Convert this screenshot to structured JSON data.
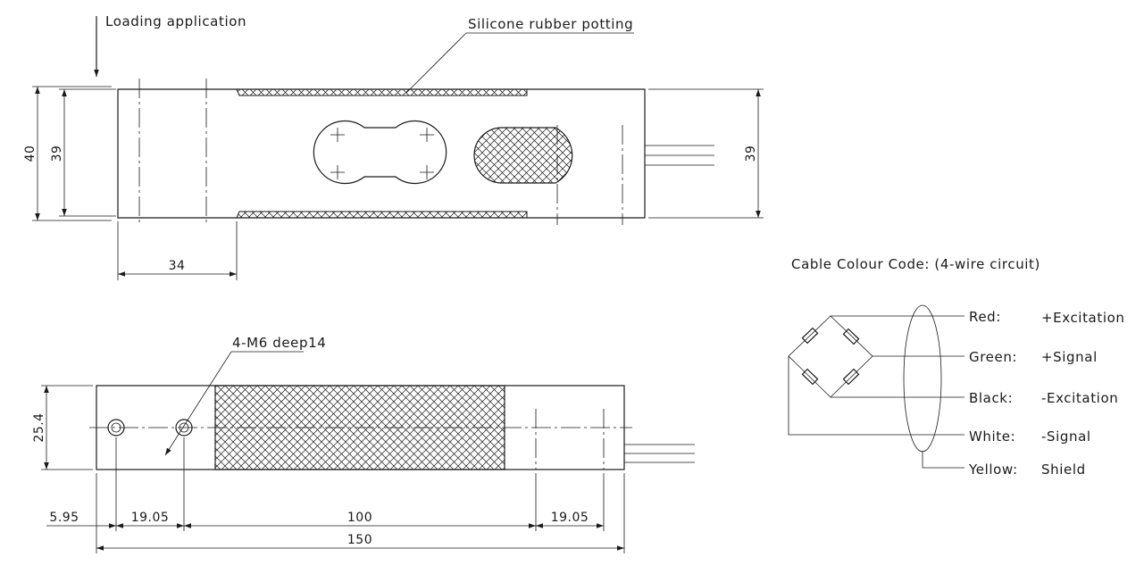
{
  "labels": {
    "loading": "Loading application",
    "potting": "Silicone rubber potting",
    "thread": "4-M6 deep14",
    "cable_title": "Cable Colour Code: (4-wire circuit)"
  },
  "dims": {
    "top_height_outer": "40",
    "top_height_inner": "39",
    "top_height_right": "39",
    "top_width_34": "34",
    "side_height": "25.4",
    "d_595": "5.95",
    "d_1905_left": "19.05",
    "d_100": "100",
    "d_1905_right": "19.05",
    "d_150": "150"
  },
  "wires": [
    {
      "color": "Red:",
      "function": "+Excitation"
    },
    {
      "color": "Green:",
      "function": "+Signal"
    },
    {
      "color": "Black:",
      "function": "-Excitation"
    },
    {
      "color": "White:",
      "function": "-Signal"
    },
    {
      "color": "Yellow:",
      "function": "Shield"
    }
  ]
}
